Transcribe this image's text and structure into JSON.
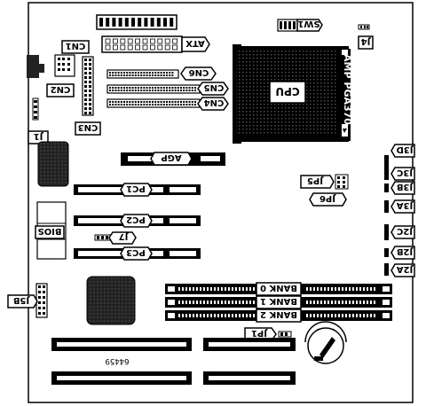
{
  "labels": {
    "sw1": "SW1",
    "j4": "J4",
    "atx": "ATX",
    "cn1": "CN1",
    "cn2": "CN2",
    "cn3": "CN3",
    "cn4": "CN4",
    "cn5": "CN5",
    "cn6": "CN6",
    "j1": "J1",
    "cpu": "CPU",
    "socket": "AMP PGA370",
    "agp": "AGP",
    "pc1": "PC1",
    "pc2": "PC2",
    "pc3": "PC3",
    "bios": "BIOS",
    "j7": "J7",
    "jp5": "JP5",
    "jp6": "JP6",
    "j3d": "J3D",
    "j3c": "J3C",
    "j3b": "J3B",
    "j3a": "J3A",
    "j2c": "J2C",
    "j2b": "J2B",
    "j2a": "J2A",
    "j5b": "J5B",
    "bank0": "BANK 0",
    "bank1": "BANK 1",
    "bank2": "BANK 2",
    "jp1": "JP1",
    "board_code": "64459"
  },
  "colors": {
    "ink": "#000000",
    "paper": "#ffffff",
    "chip": "#111111"
  }
}
